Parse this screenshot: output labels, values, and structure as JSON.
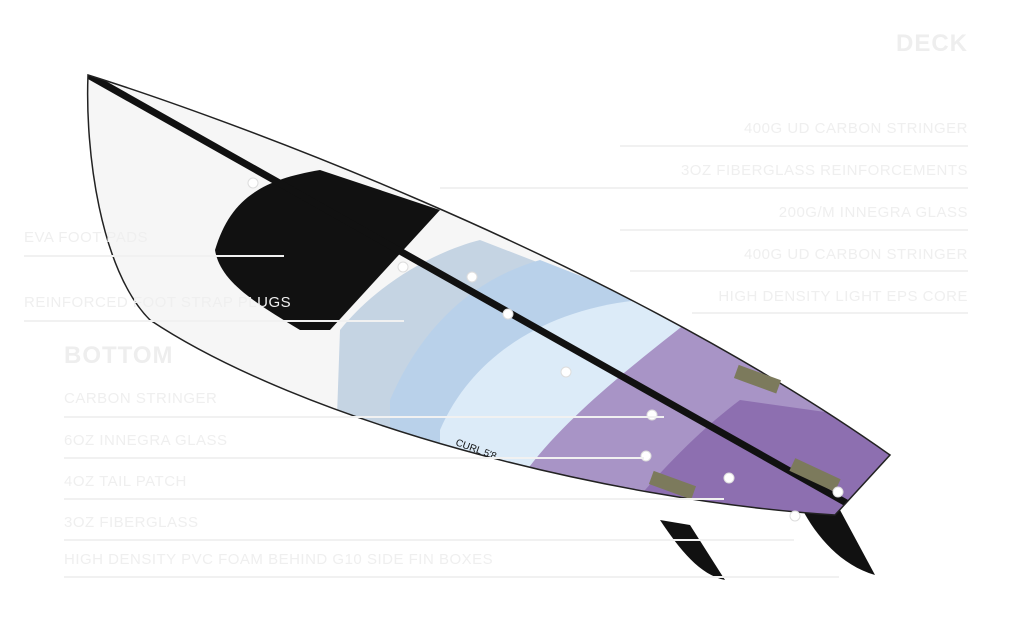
{
  "deck": {
    "heading": "DECK",
    "items": [
      "400G UD CARBON STRINGER",
      "3OZ FIBERGLASS REINFORCEMENTS",
      "200G/M INNEGRA GLASS",
      "400G UD CARBON STRINGER",
      "HIGH DENSITY LIGHT EPS CORE"
    ]
  },
  "left_labels": [
    "EVA FOOT PADS",
    "REINFORCED FOOT STRAP PLUGS"
  ],
  "bottom": {
    "heading": "BOTTOM",
    "items": [
      "CARBON STRINGER",
      "6OZ INNEGRA GLASS",
      "4OZ TAIL PATCH",
      "3OZ FIBERGLASS",
      "HIGH DENSITY PVC FOAM BEHIND G10 SIDE FIN BOXES"
    ]
  },
  "board": {
    "model": "CURL 5'8",
    "colors": {
      "purple": "#8d6fb0",
      "blue": "#cfe3f5",
      "black": "#111111"
    }
  }
}
